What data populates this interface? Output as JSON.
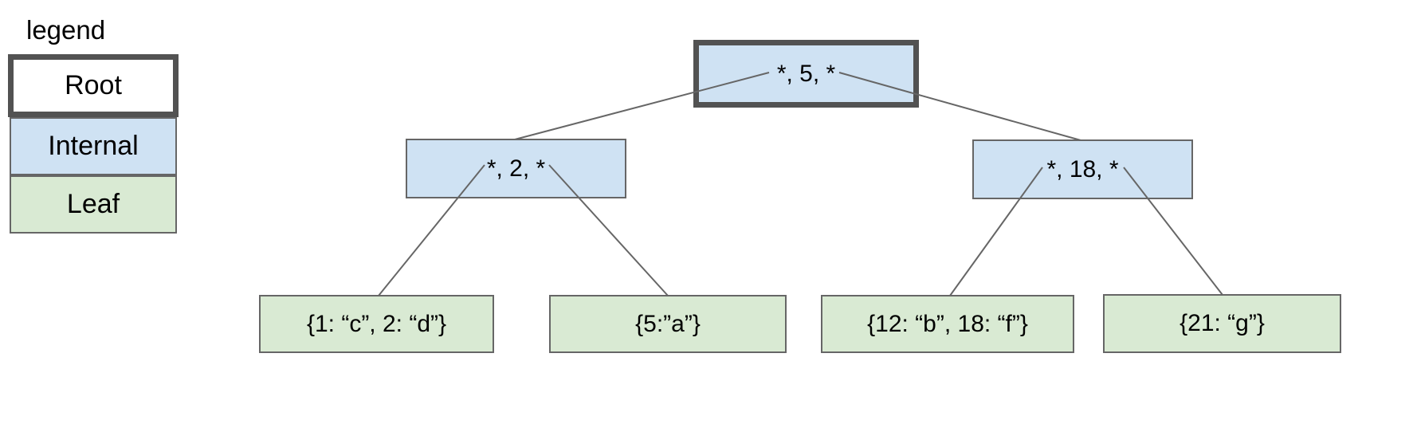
{
  "canvas": {
    "background": "#ffffff",
    "text_color": "#000000"
  },
  "legend": {
    "title": "legend",
    "items": [
      {
        "id": "root",
        "label": "Root",
        "fill": "#ffffff",
        "border_color": "#525252",
        "border_width": "7px"
      },
      {
        "id": "internal",
        "label": "Internal",
        "fill": "#cfe2f3",
        "border_color": "#666666",
        "border_width": "2px"
      },
      {
        "id": "leaf",
        "label": "Leaf",
        "fill": "#d9ead3",
        "border_color": "#666666",
        "border_width": "2px"
      }
    ]
  },
  "tree": {
    "type": "b-tree",
    "edge_color": "#666666",
    "nodes": {
      "root": {
        "label": "*, 5, *",
        "type": "root"
      },
      "internal_left": {
        "label": "*, 2, *",
        "type": "internal"
      },
      "internal_right": {
        "label": "*, 18, *",
        "type": "internal"
      },
      "leaf_1": {
        "label": "{1: “c”, 2: “d”}",
        "type": "leaf"
      },
      "leaf_2": {
        "label": "{5:”a”}",
        "type": "leaf"
      },
      "leaf_3": {
        "label": "{12: “b”, 18: “f”}",
        "type": "leaf"
      },
      "leaf_4": {
        "label": "{21: “g”}",
        "type": "leaf"
      }
    },
    "edges": [
      {
        "from": "root",
        "to": "internal_left"
      },
      {
        "from": "root",
        "to": "internal_right"
      },
      {
        "from": "internal_left",
        "to": "leaf_1"
      },
      {
        "from": "internal_left",
        "to": "leaf_2"
      },
      {
        "from": "internal_right",
        "to": "leaf_3"
      },
      {
        "from": "internal_right",
        "to": "leaf_4"
      }
    ]
  }
}
